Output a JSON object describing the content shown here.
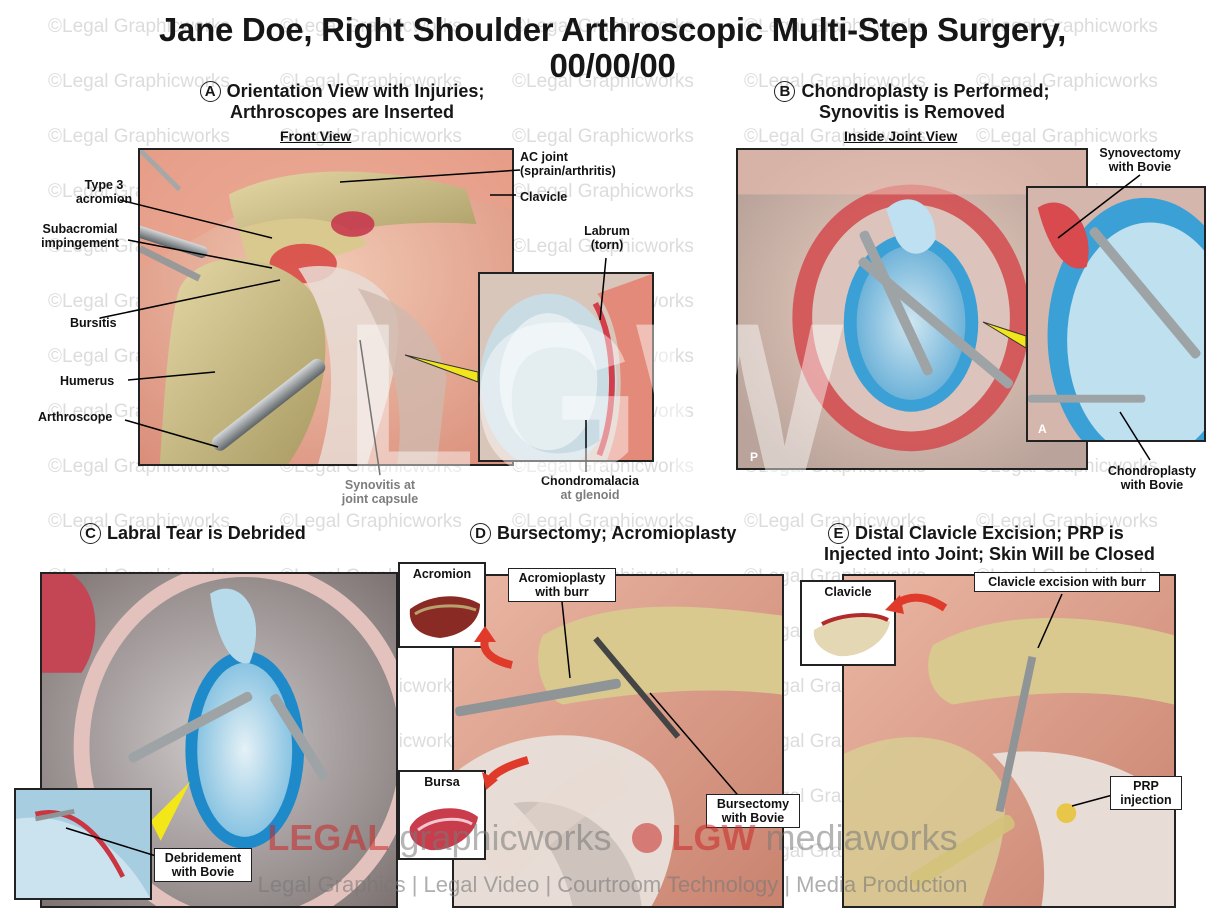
{
  "title_line1": "Jane Doe, Right Shoulder Arthroscopic Multi-Step Surgery,",
  "title_line2": "00/00/00",
  "sections": {
    "a": {
      "letter": "A",
      "line1": "Orientation View with Injuries;",
      "line2": "Arthroscopes are Inserted",
      "view": "Front View"
    },
    "b": {
      "letter": "B",
      "line1": "Chondroplasty is Performed;",
      "line2": "Synovitis is Removed",
      "view": "Inside Joint View"
    },
    "c": {
      "letter": "C",
      "line1": "Labral Tear is Debrided"
    },
    "d": {
      "letter": "D",
      "line1": "Bursectomy; Acromioplasty"
    },
    "e": {
      "letter": "E",
      "line1": "Distal Clavicle Excision; PRP is",
      "line2": "Injected into Joint; Skin Will be Closed"
    }
  },
  "labels_a": {
    "type3_acromion_1": "Type 3",
    "type3_acromion_2": "acromion",
    "subacromial_1": "Subacromial",
    "subacromial_2": "impingement",
    "bursitis": "Bursitis",
    "humerus": "Humerus",
    "arthroscope": "Arthroscope",
    "ac_joint_1": "AC joint",
    "ac_joint_2": "(sprain/arthritis)",
    "clavicle": "Clavicle",
    "labrum_1": "Labrum",
    "labrum_2": "(torn)",
    "synovitis_1": "Synovitis at",
    "synovitis_2": "joint capsule",
    "chondromalacia_1": "Chondromalacia",
    "chondromalacia_2": "at glenoid"
  },
  "labels_b": {
    "synovectomy_1": "Synovectomy",
    "synovectomy_2": "with Bovie",
    "chondroplasty_1": "Chondroplasty",
    "chondroplasty_2": "with Bovie",
    "corner_p": "P",
    "corner_a": "A"
  },
  "labels_c": {
    "debridement_1": "Debridement",
    "debridement_2": "with Bovie"
  },
  "labels_d": {
    "acromion": "Acromion",
    "acromioplasty_1": "Acromioplasty",
    "acromioplasty_2": "with burr",
    "bursa": "Bursa",
    "bursectomy_1": "Bursectomy",
    "bursectomy_2": "with Bovie"
  },
  "labels_e": {
    "clavicle": "Clavicle",
    "clavicle_excision": "Clavicle excision with burr",
    "prp_1": "PRP",
    "prp_2": "injection"
  },
  "watermark": "©Legal Graphicworks",
  "center_mark": "LGW",
  "footer": {
    "legal": "LEGAL",
    "graphicworks": "graphicworks",
    "lgw": "LGW",
    "mediaworks": "mediaworks",
    "tagline": "Legal Graphics | Legal Video | Courtroom Technology | Media Production"
  },
  "colors": {
    "bone": "#c9b98a",
    "tissue": "#d9605a",
    "cartilage": "#7fbfe0",
    "instrument": "#8e9396",
    "accent_red": "#e03a2a",
    "highlight": "#f3e71a"
  }
}
